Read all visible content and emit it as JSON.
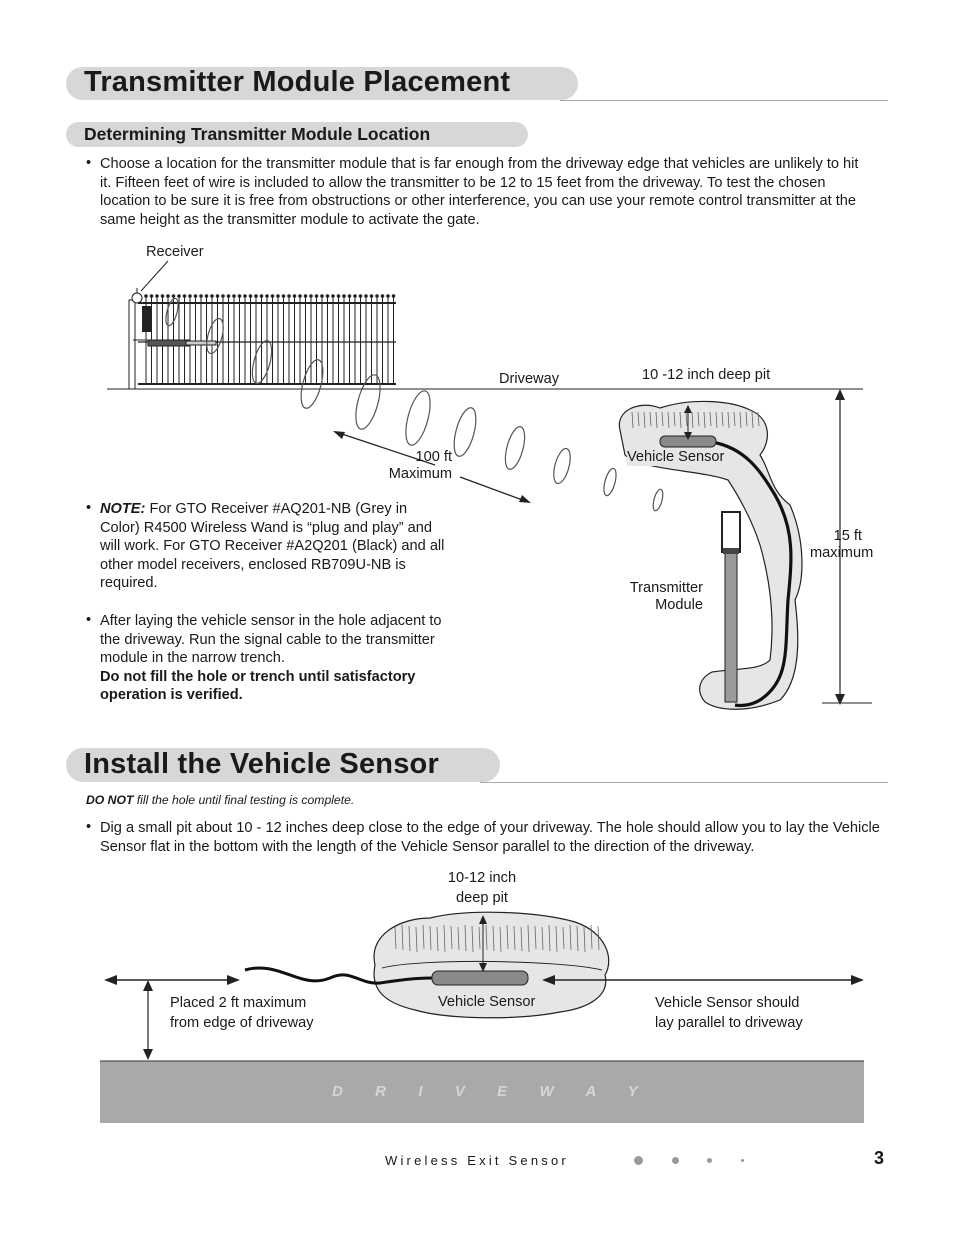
{
  "section1": {
    "title": "Transmitter Module Placement",
    "subtitle": "Determining Transmitter Module Location",
    "intro_bullet": "Choose a location for the transmitter module that is far enough from the driveway edge that vehicles are unlikely to hit it. Fifteen feet of wire is included to allow the transmitter to be 12 to 15 feet from the driveway. To test the chosen location to be sure it is free from obstructions or other interference, you can use your remote control transmitter at the same height as the transmitter module to activate the gate.",
    "note_label": "NOTE:",
    "note_text": "For GTO Receiver #AQ201-NB (Grey in Color) R4500 Wireless Wand is “plug and play” and will work. For GTO Receiver #A2Q201 (Black) and all other model receivers, enclosed RB709U-NB is required.",
    "after_text": "After laying the vehicle sensor in the hole adjacent to the driveway. Run the signal cable to the transmitter module in the narrow trench.",
    "after_bold": "Do not fill the hole or trench until satisfactory operation is verified.",
    "diagram": {
      "receiver": "Receiver",
      "driveway": "Driveway",
      "pit": "10 -12 inch deep pit",
      "distance_line1": "100 ft",
      "distance_line2": "Maximum",
      "vehicle_sensor": "Vehicle Sensor",
      "max_line1": "15 ft",
      "max_line2": "maximum",
      "transmitter_line1": "Transmitter",
      "transmitter_line2": "Module"
    }
  },
  "section2": {
    "title": "Install the Vehicle Sensor",
    "warning_bold": "DO NOT",
    "warning_text": "fill the hole until final testing is complete.",
    "bullet": "Dig a small pit about 10 - 12 inches deep close to the edge of your driveway. The hole should allow you to lay the Vehicle Sensor flat in the bottom with the length of the Vehicle Sensor parallel to the direction of the driveway.",
    "diagram": {
      "pit_line1": "10-12 inch",
      "pit_line2": "deep pit",
      "placed_line1": "Placed 2 ft maximum",
      "placed_line2": "from edge of driveway",
      "vehicle_sensor": "Vehicle Sensor",
      "parallel_line1": "Vehicle Sensor should",
      "parallel_line2": "lay parallel to driveway",
      "driveway_letters": "D  R  I  V  E  W  A  Y"
    }
  },
  "footer": {
    "title": "Wireless Exit Sensor",
    "page_number": "3"
  },
  "colors": {
    "pill": "#d7d7d7",
    "driveway_band": "#a9a9aa",
    "driveway_text": "#d6d6d6"
  }
}
